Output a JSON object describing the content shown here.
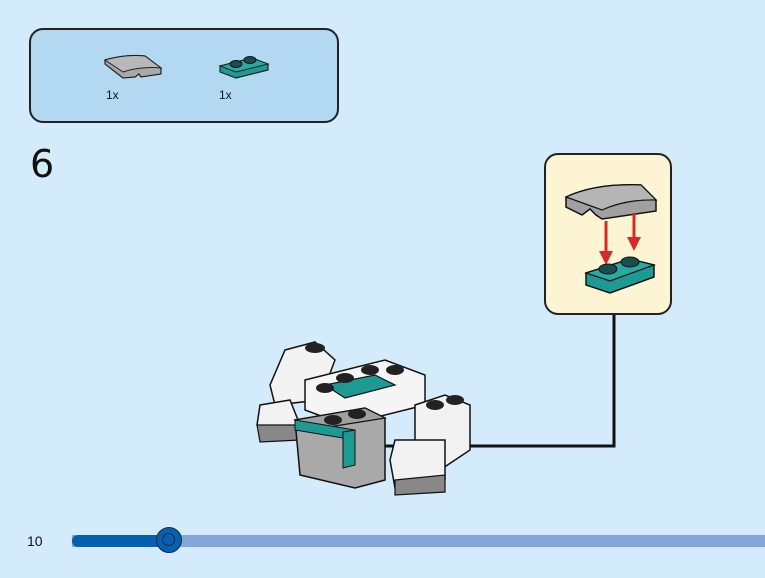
{
  "parts_list": {
    "items": [
      {
        "name": "curved-slope-2x2-gray",
        "color": "#a9a9a9",
        "quantity": "1x"
      },
      {
        "name": "plate-1x2-teal",
        "color": "#1e9a95",
        "quantity": "1x"
      }
    ]
  },
  "step": {
    "number": "6"
  },
  "callout": {
    "parts": [
      "curved-slope-2x2-gray",
      "plate-1x2-teal"
    ],
    "arrow_color": "#d42a2a"
  },
  "colors": {
    "background": "#d4ebfb",
    "parts_box": "#b3d8f1",
    "callout_bg": "#fdf4d3",
    "teal": "#1e9a95",
    "gray": "#a9a9a9",
    "progress_fill": "#0560b0",
    "progress_track": "#82a6d8"
  },
  "footer": {
    "page_number": "10",
    "progress_percent": 14
  }
}
